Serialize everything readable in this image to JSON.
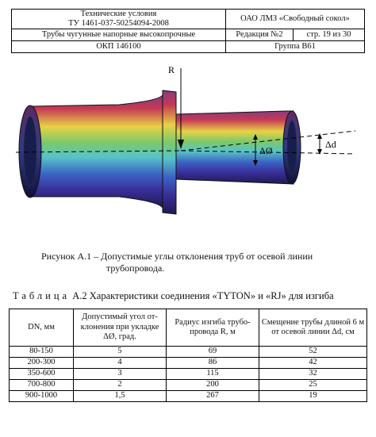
{
  "header": {
    "spec_line1": "Технические условия",
    "spec_line2": "ТУ 1461-037-50254094-2008",
    "company": "ОАО ЛМЗ «Свободный сокол»",
    "product": "Трубы чугунные напорные высокопрочные",
    "edition": "Редакция №2",
    "page": "стр. 19 из 30",
    "okp": "ОКП 146100",
    "group": "Группа В61"
  },
  "figure": {
    "label_r": "R",
    "label_angle": "ΔØ",
    "label_offset": "Δd"
  },
  "caption": {
    "line1": "Рисунок А.1   – Допустимые углы отклонения труб от осевой линии",
    "line2": "трубопровода."
  },
  "table_title": {
    "prefix": "Таблица",
    "text": "А.2  Характеристики соединения «TYTON» и «RJ» для изгиба"
  },
  "table": {
    "headers": [
      "DN, мм",
      "Допустимый угол от-клонения при укладке ΔØ, град.",
      "Радиус изгиба трубо-провода R, м",
      "Смещение трубы длиной 6 м от осевой линии Δd, см"
    ],
    "rows": [
      [
        "80-150",
        "5",
        "69",
        "52"
      ],
      [
        "200-300",
        "4",
        "86",
        "42"
      ],
      [
        "350-600",
        "3",
        "115",
        "32"
      ],
      [
        "700-800",
        "2",
        "200",
        "25"
      ],
      [
        "900-1000",
        "1,5",
        "267",
        "19"
      ]
    ]
  }
}
